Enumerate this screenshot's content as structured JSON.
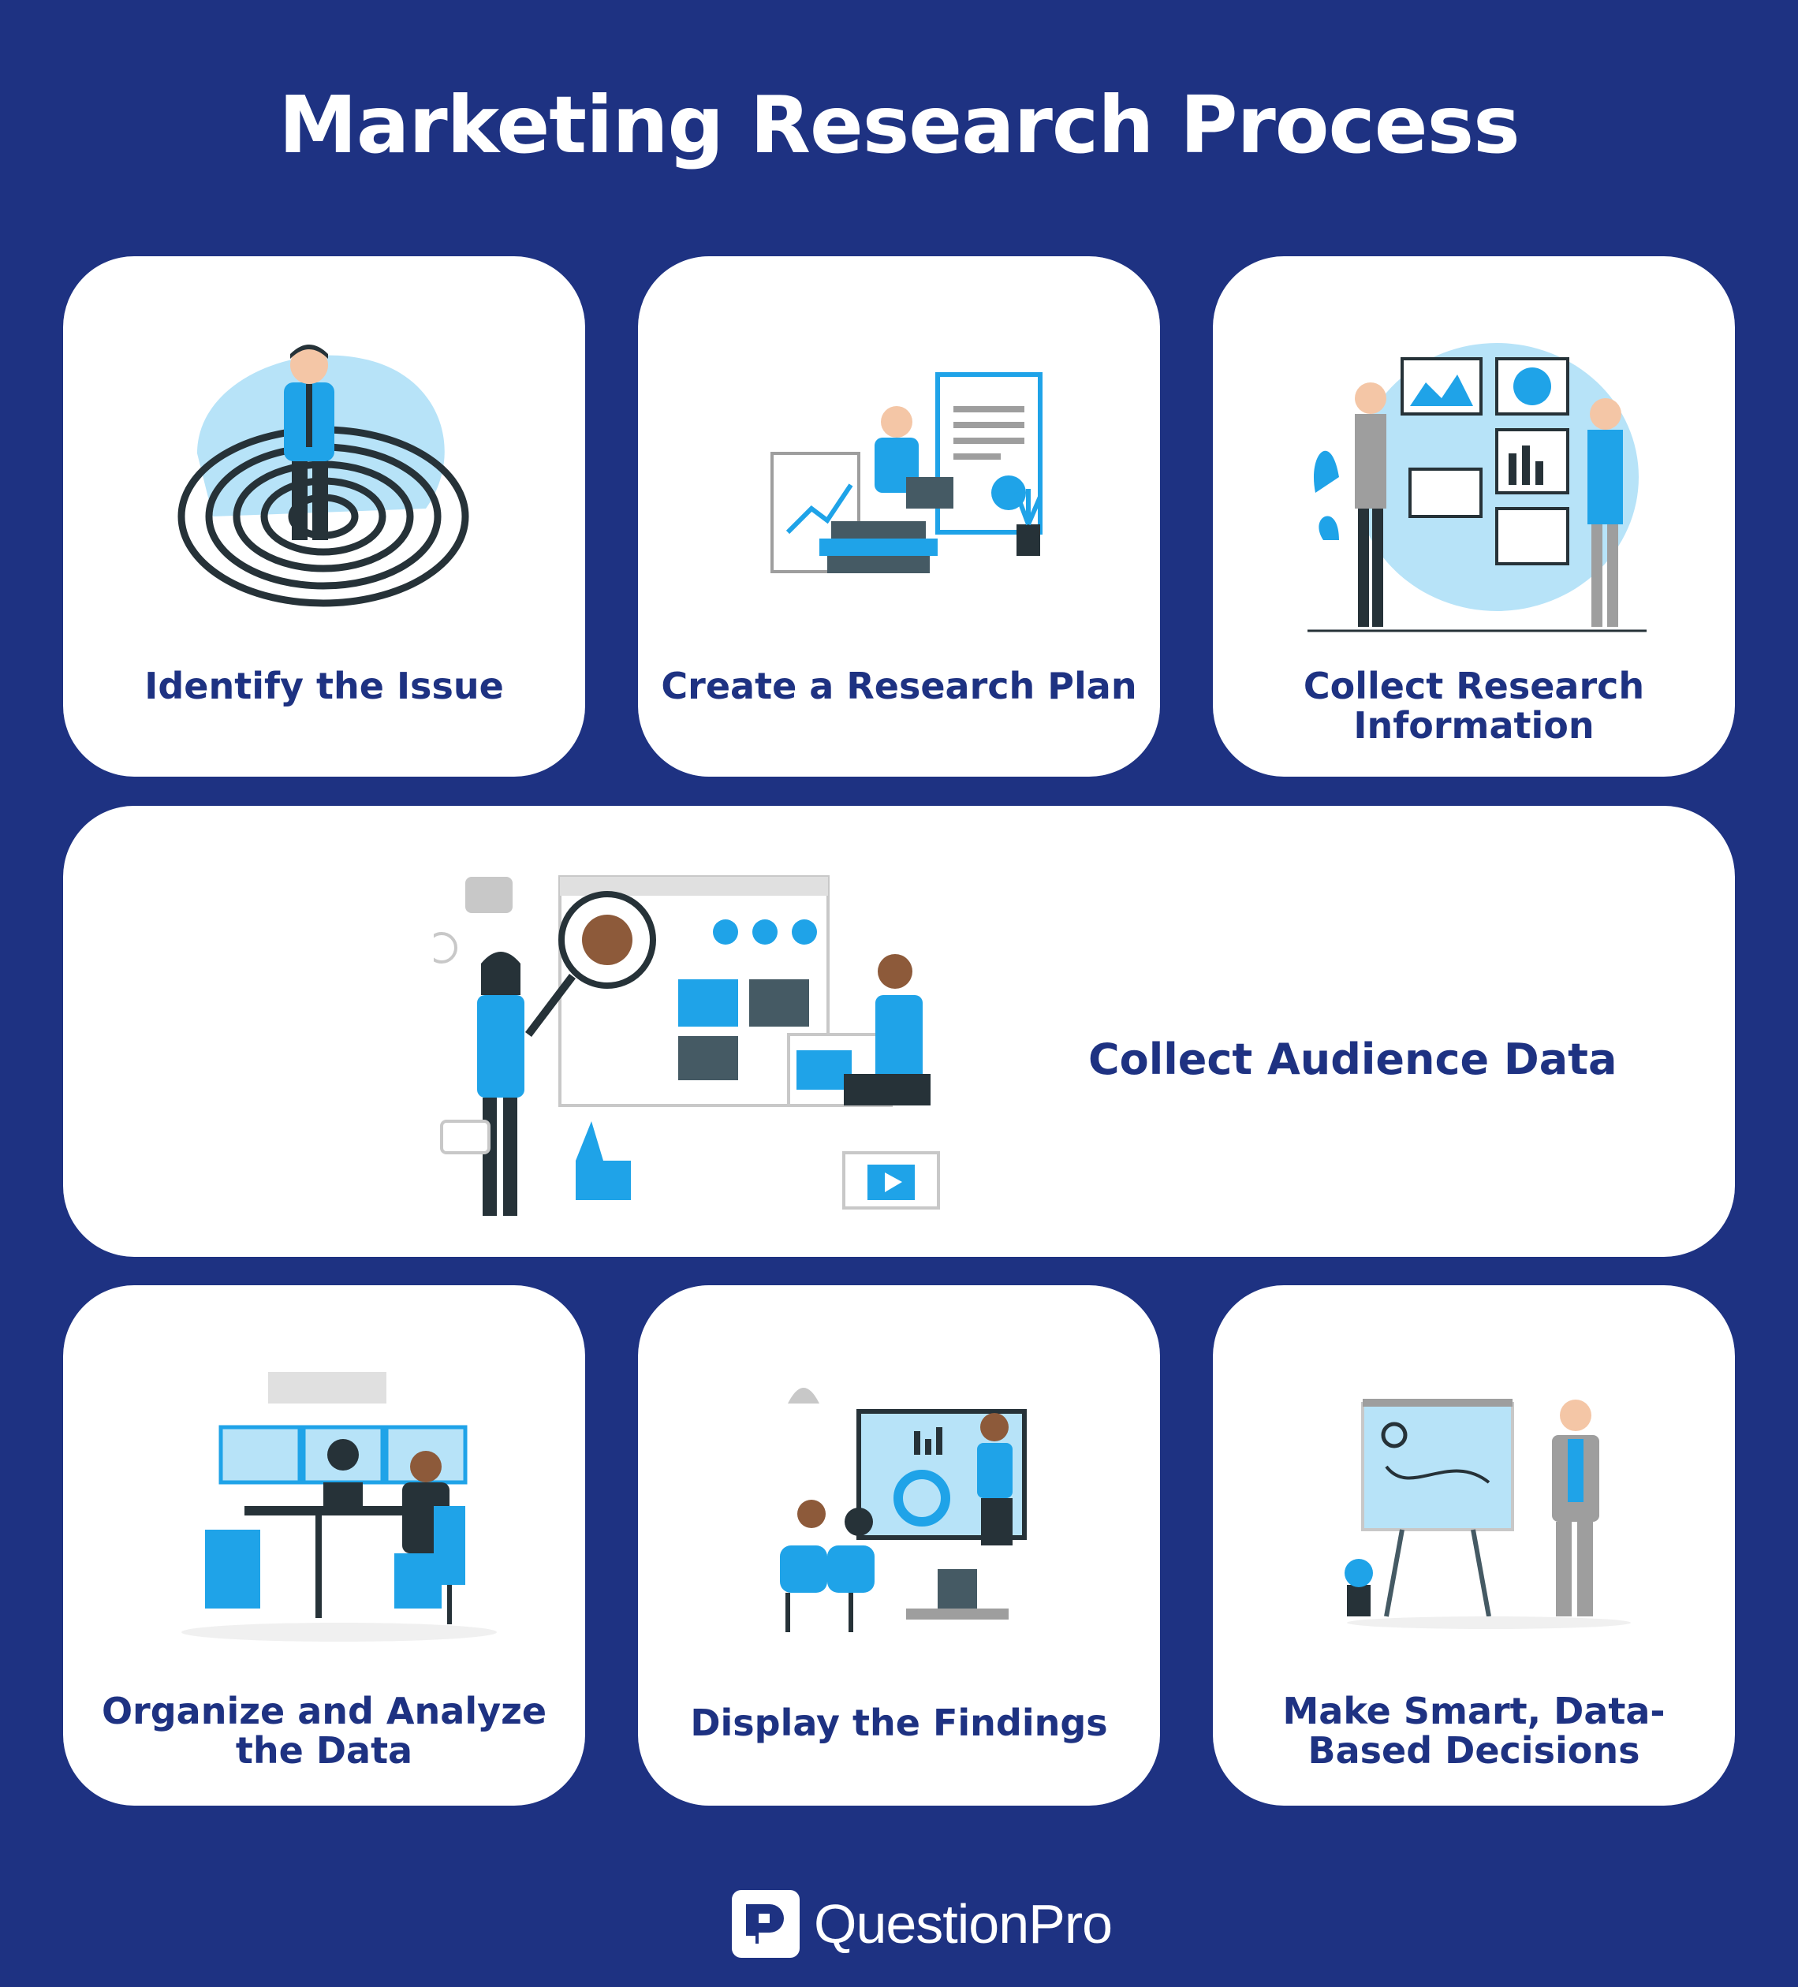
{
  "page": {
    "title": "Marketing Research Process",
    "colors": {
      "background": "#1e3282",
      "card": "#ffffff",
      "accent": "#1fa3e8",
      "light_accent": "#b7e3f8",
      "text": "#1e3282"
    }
  },
  "steps": [
    {
      "label": "Identify the Issue",
      "icon": "maze-person-icon"
    },
    {
      "label": "Create a Research Plan",
      "icon": "research-plan-icon"
    },
    {
      "label": "Collect Research\nInformation",
      "icon": "collect-information-icon"
    },
    {
      "label": "Collect Audience Data",
      "icon": "audience-data-icon"
    },
    {
      "label": "Organize and Analyze\nthe Data",
      "icon": "analyze-data-icon"
    },
    {
      "label": "Display the Findings",
      "icon": "display-findings-icon"
    },
    {
      "label": "Make Smart, Data-\nBased Decisions",
      "icon": "decisions-icon"
    }
  ],
  "footer": {
    "brand": "QuestionPro",
    "icon": "questionpro-logo-icon"
  }
}
